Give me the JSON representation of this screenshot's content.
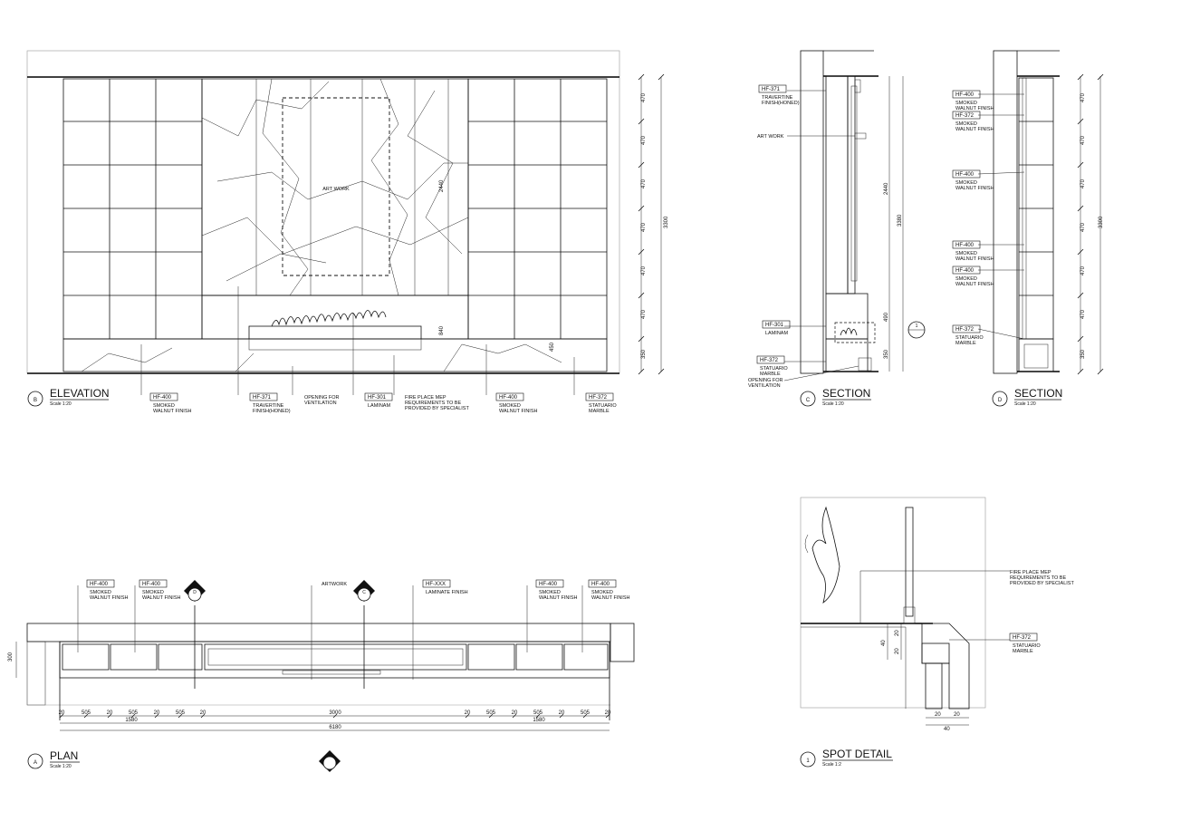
{
  "views": {
    "elevation": {
      "letter": "B",
      "title": "ELEVATION",
      "scale": "Scale 1:20"
    },
    "section_c": {
      "letter": "C",
      "title": "SECTION",
      "scale": "Scale 1:20"
    },
    "section_d": {
      "letter": "D",
      "title": "SECTION",
      "scale": "Scale 1:20"
    },
    "plan": {
      "letter": "A",
      "title": "PLAN",
      "scale": "Scale 1:20"
    },
    "spot": {
      "letter": "1",
      "title": "SPOT DETAIL",
      "scale": "Scale 1:2"
    }
  },
  "elevation": {
    "artwork": "ART WORK",
    "dims_right": [
      "470",
      "470",
      "470",
      "470",
      "470",
      "470",
      "350"
    ],
    "dim_total": "3300",
    "dim_2440": "2440",
    "dim_840": "840",
    "dim_450": "450",
    "tags": [
      {
        "code": "HF-400",
        "lines": [
          "SMOKED",
          "WALNUT FINISH"
        ]
      },
      {
        "code": "HF-371",
        "lines": [
          "TRAVERTINE",
          "FINISH(HONED)"
        ]
      },
      {
        "code": "",
        "lines": [
          "OPENING FOR",
          "VENTILATION"
        ]
      },
      {
        "code": "HF-301",
        "lines": [
          "LAMINAM"
        ]
      },
      {
        "code": "",
        "lines": [
          "FIRE PLACE MEP",
          "REQUIREMENTS TO BE",
          "PROVIDED BY SPECIALIST"
        ]
      },
      {
        "code": "HF-400",
        "lines": [
          "SMOKED",
          "WALNUT FINISH"
        ]
      },
      {
        "code": "HF-372",
        "lines": [
          "STATUARIO",
          "MARBLE"
        ]
      }
    ]
  },
  "section_c": {
    "tags": [
      {
        "code": "HF-371",
        "lines": [
          "TRAVERTINE",
          "FINISH(HONED)"
        ]
      },
      {
        "code": "",
        "lines": [
          "ART WORK"
        ]
      },
      {
        "code": "HF-301",
        "lines": [
          "LAMINAM"
        ]
      },
      {
        "code": "HF-372",
        "lines": [
          "STATUARIO",
          "MARBLE"
        ]
      },
      {
        "code": "",
        "lines": [
          "OPENING FOR",
          "VENTILATION"
        ]
      }
    ],
    "dims": {
      "d2440": "2440",
      "d3380": "3380",
      "d490": "490",
      "d350": "350"
    },
    "marker": "1"
  },
  "section_d": {
    "tags": [
      {
        "code": "HF-400",
        "lines": [
          "SMOKED",
          "WALNUT FINISH"
        ]
      },
      {
        "code": "HF-372",
        "lines": [
          "SMOKED",
          "WALNUT FINISH"
        ]
      },
      {
        "code": "HF-400",
        "lines": [
          "SMOKED",
          "WALNUT FINISH"
        ]
      },
      {
        "code": "HF-400",
        "lines": [
          "SMOKED",
          "WALNUT FINISH"
        ]
      },
      {
        "code": "HF-400",
        "lines": [
          "SMOKED",
          "WALNUT FINISH"
        ]
      },
      {
        "code": "HF-372",
        "lines": [
          "STATUARIO",
          "MARBLE"
        ]
      }
    ],
    "dims_right": [
      "470",
      "470",
      "470",
      "470",
      "470",
      "470",
      "350"
    ],
    "dim_total": "3300"
  },
  "plan": {
    "tags": [
      {
        "code": "HF-400",
        "lines": [
          "SMOKED",
          "WALNUT FINISH"
        ]
      },
      {
        "code": "HF-400",
        "lines": [
          "SMOKED",
          "WALNUT FINISH"
        ]
      },
      {
        "code": "",
        "lines": [
          "ARTWORK"
        ]
      },
      {
        "code": "HF-XXX",
        "lines": [
          "LAMINATE FINISH"
        ]
      },
      {
        "code": "HF-400",
        "lines": [
          "SMOKED",
          "WALNUT FINISH"
        ]
      },
      {
        "code": "HF-400",
        "lines": [
          "SMOKED",
          "WALNUT FINISH"
        ]
      }
    ],
    "section_markers": [
      "D",
      "C"
    ],
    "dim_depth": "300",
    "dims_row1": [
      "20",
      "505",
      "20",
      "505",
      "20",
      "505",
      "20",
      "3000",
      "20",
      "505",
      "20",
      "505",
      "20",
      "505",
      "20"
    ],
    "dims_row2": [
      "1580",
      "1580"
    ],
    "dim_total": "6180"
  },
  "spot": {
    "tags": [
      {
        "code": "",
        "lines": [
          "FIRE PLACE MEP",
          "REQUIREMENTS TO BE",
          "PROVIDED BY SPECIALIST"
        ]
      },
      {
        "code": "HF-372",
        "lines": [
          "STATUARIO",
          "MARBLE"
        ]
      }
    ],
    "dims": {
      "v20a": "20",
      "v20b": "20",
      "v40": "40",
      "h20a": "20",
      "h20b": "20",
      "h40": "40"
    }
  }
}
